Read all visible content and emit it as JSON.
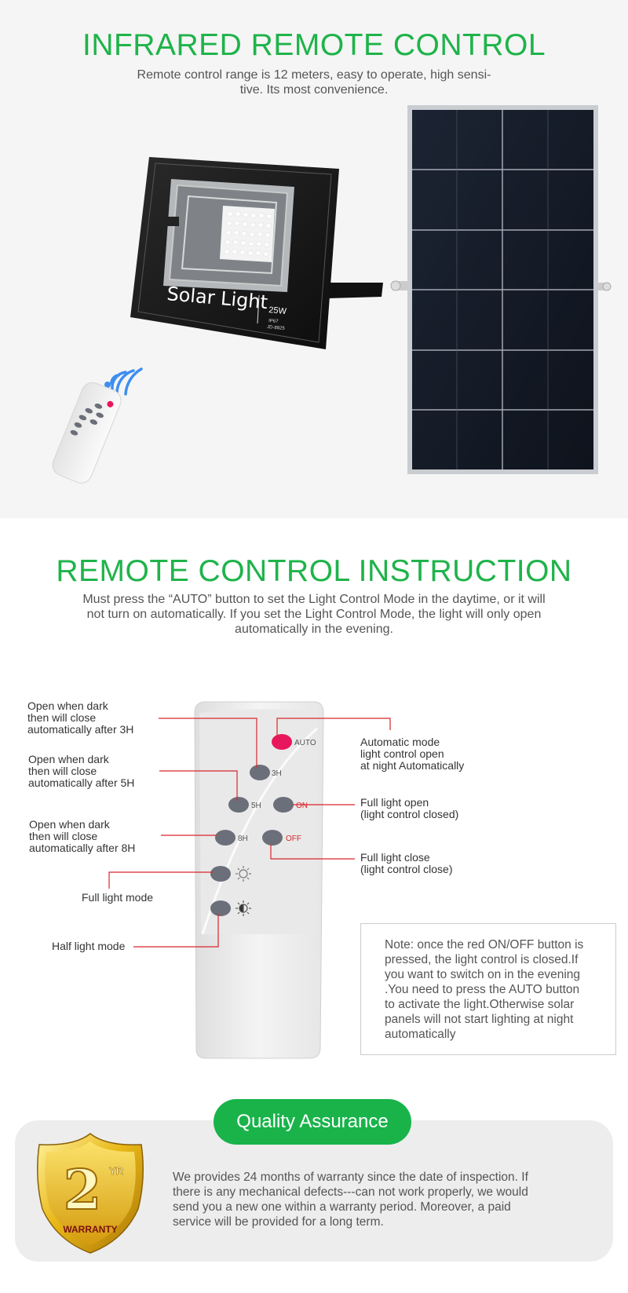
{
  "section1": {
    "title": "INFRARED REMOTE CONTROL",
    "subtitle_line1": "Remote control range is 12 meters, easy to operate, high sensi-",
    "subtitle_line2": "tive. Its most convenience.",
    "lamp_label": "Solar Light",
    "lamp_watt": "25W",
    "lamp_ip": "IP67",
    "lamp_model": "JD-8825"
  },
  "section2": {
    "title": "REMOTE CONTROL INSTRUCTION",
    "desc_line1": "Must press the “AUTO” button to set the Light Control Mode in the daytime, or it will",
    "desc_line2": "not turn on automatically. If you set the Light Control Mode, the light will only open",
    "desc_line3": "automatically in the evening."
  },
  "remote": {
    "btn_auto": "AUTO",
    "btn_3h": "3H",
    "btn_5h": "5H",
    "btn_on": "ON",
    "btn_8h": "8H",
    "btn_off": "OFF"
  },
  "labels": {
    "l3h": [
      "Open when dark",
      "then will close",
      "automatically after 3H"
    ],
    "l5h": [
      "Open when dark",
      "then will close",
      "automatically after 5H"
    ],
    "l8h": [
      "Open when dark",
      "then will close",
      "automatically after 8H"
    ],
    "full_mode": "Full light mode",
    "half_mode": "Half light mode",
    "auto": [
      "Automatic mode",
      "light control  open",
      "at night Automatically"
    ],
    "full_open": [
      "Full light open",
      "(light control closed)"
    ],
    "full_close": [
      "Full light close",
      "(light control close)"
    ]
  },
  "note": [
    "Note: once the red ON/OFF button is",
    "pressed, the light control is closed.If",
    "you want to switch on in the evening",
    ".You need to press the AUTO button",
    "to activate the light.Otherwise solar",
    "panels will not start lighting at night",
    "automatically"
  ],
  "quality": {
    "pill": "Quality Assurance",
    "badge_num": "2",
    "badge_yr": "YR",
    "badge_word": "WARRANTY",
    "text": [
      "We provides 24 months of warranty since the date of inspection. If",
      "there is any mechanical defects---can not work properly, we would",
      "send you a new one within a warranty period.  Moreover, a  paid",
      "service will be provided for a long term."
    ]
  },
  "colors": {
    "accent_green": "#1fb34a",
    "line_red": "#d9262c",
    "auto_button": "#e8175d"
  }
}
